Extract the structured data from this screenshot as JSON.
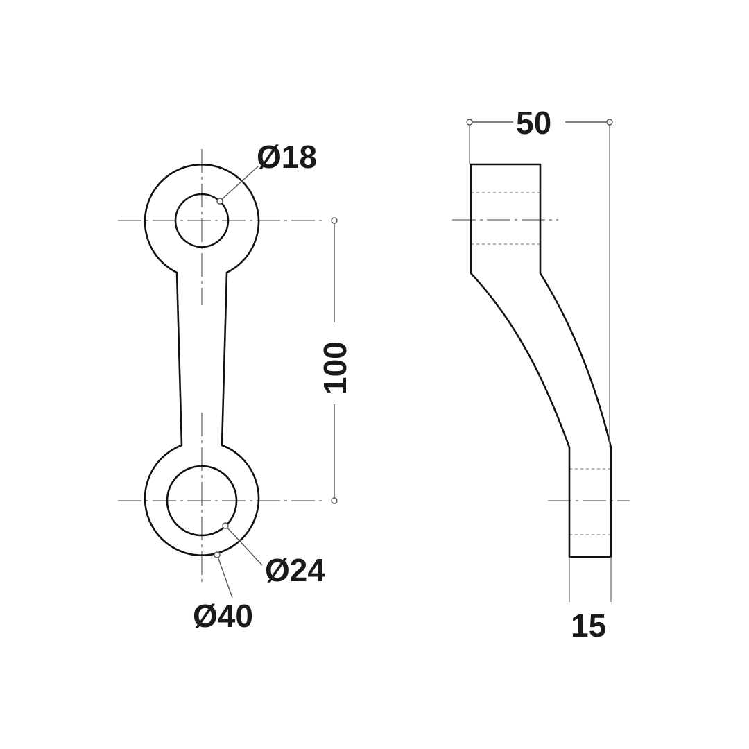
{
  "dimensions": {
    "small_hole_diameter": "Ø18",
    "large_hole_diameter": "Ø24",
    "outer_diameter": "Ø40",
    "center_distance": "100",
    "side_offset": "50",
    "thickness": "15"
  }
}
